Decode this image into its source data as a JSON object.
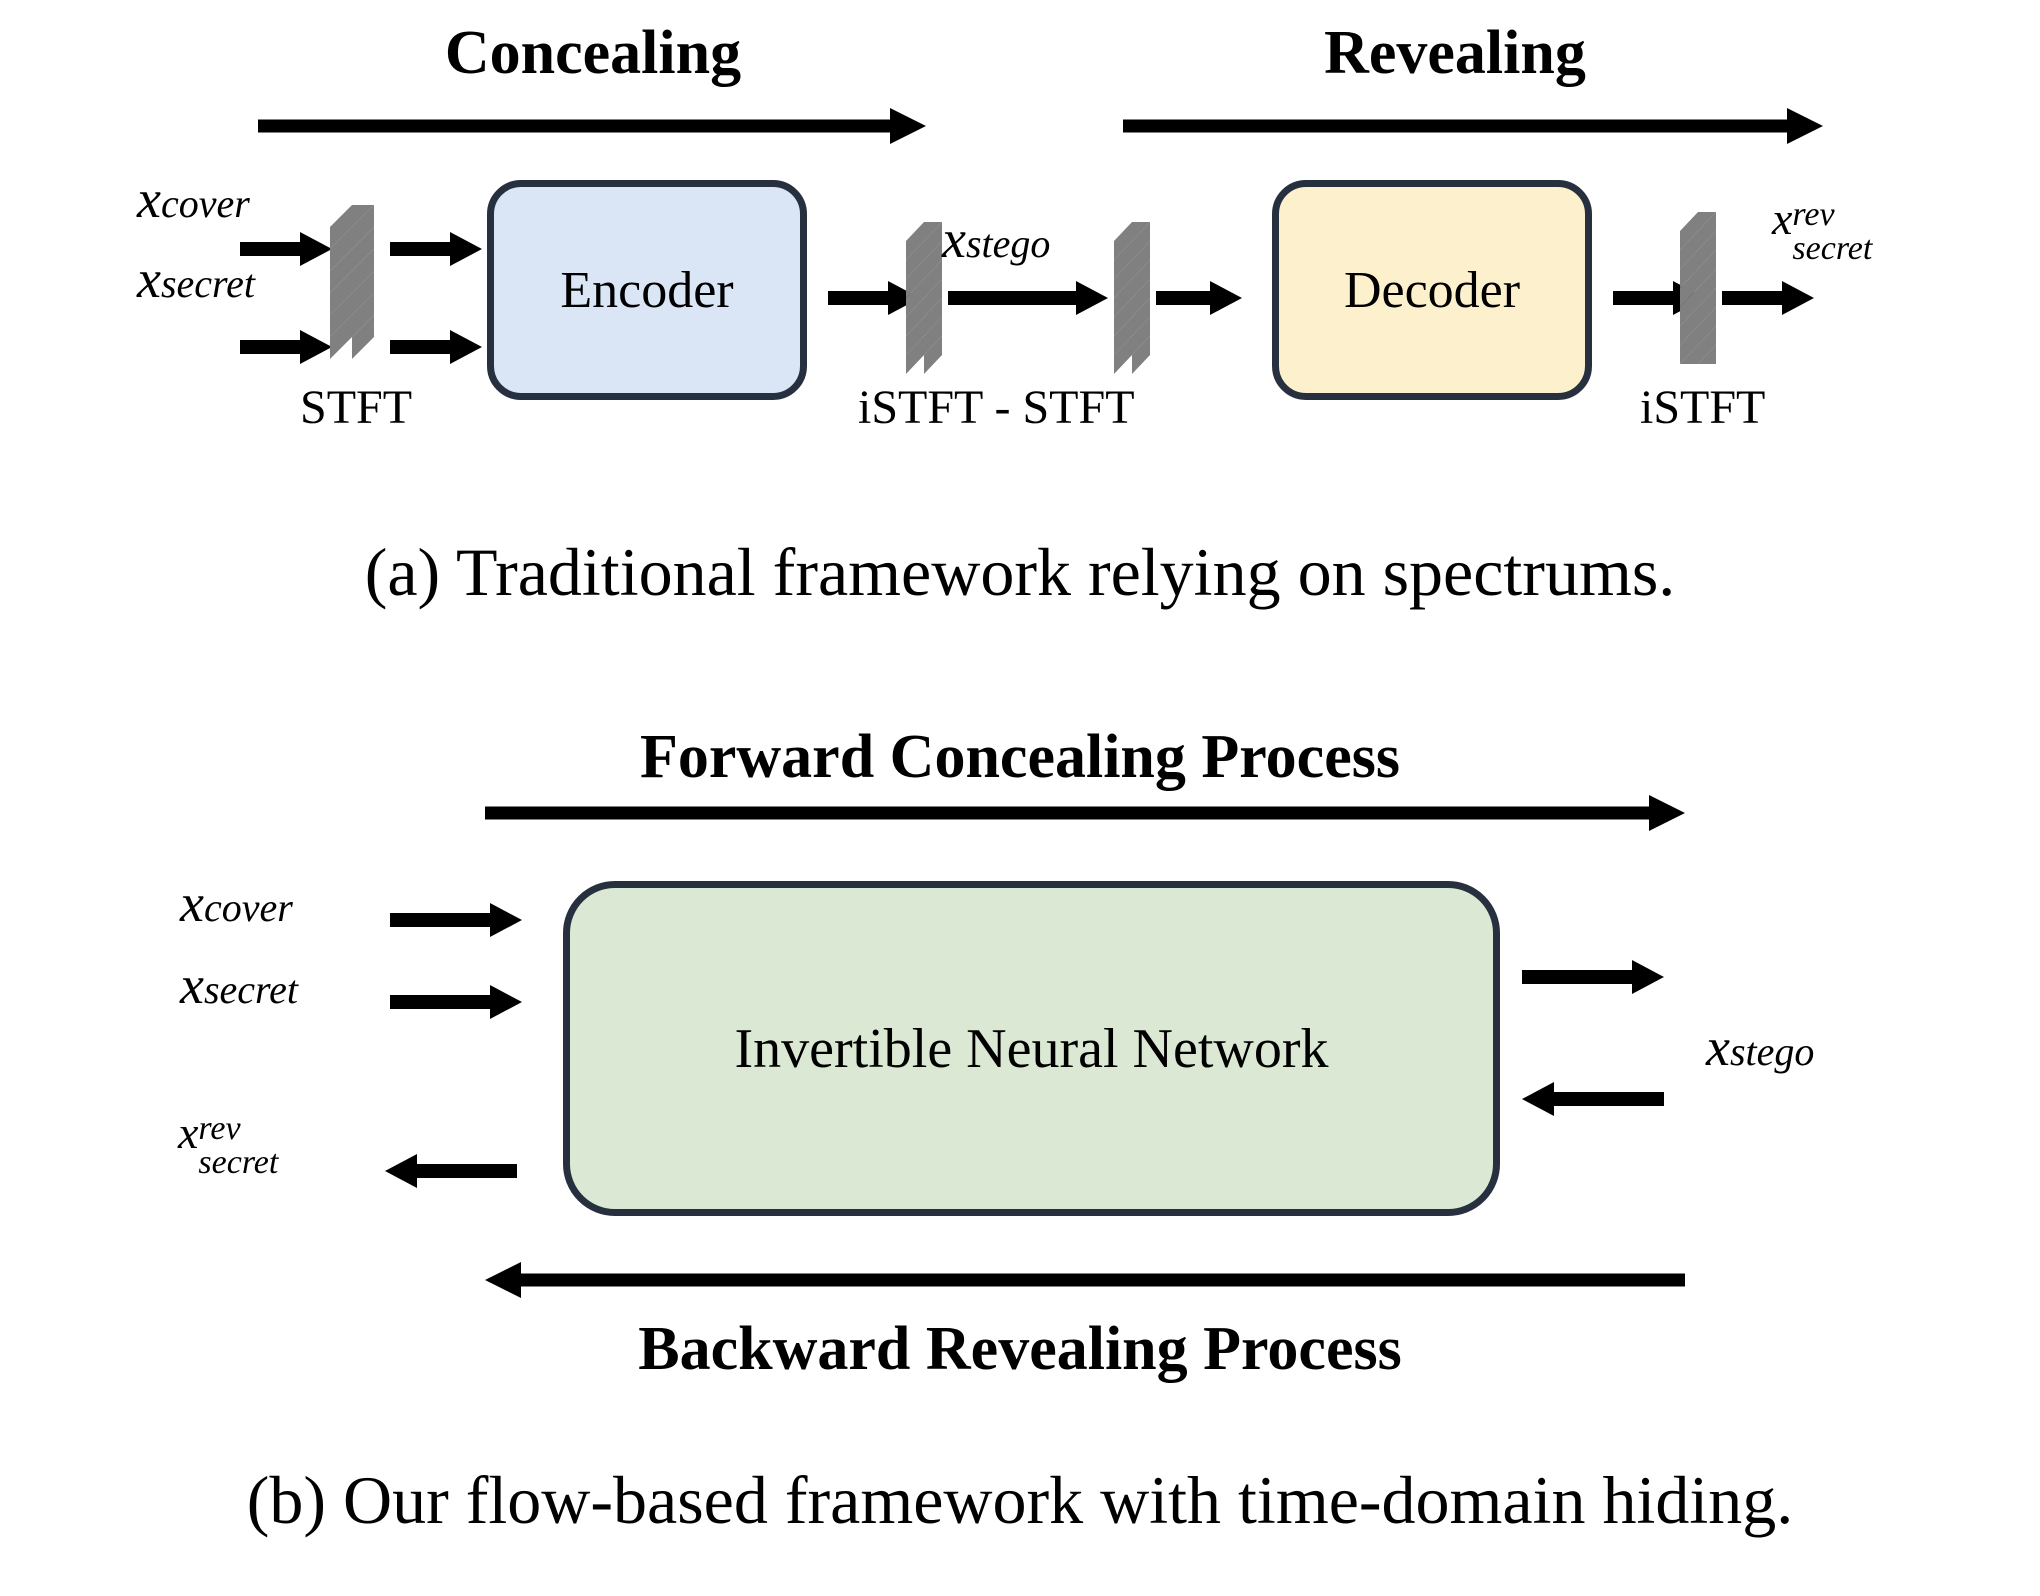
{
  "figure": {
    "panel_a": {
      "headings": [
        {
          "id": "concealing",
          "label": "Concealing"
        },
        {
          "id": "revealing",
          "label": "Revealing"
        }
      ],
      "inputs": [
        {
          "id": "x-cover",
          "base": "x",
          "sub": "cover"
        },
        {
          "id": "x-secret",
          "base": "x",
          "sub": "secret"
        }
      ],
      "blocks": [
        {
          "id": "encoder",
          "label": "Encoder",
          "fill": "#dae5f6",
          "stroke": "#27303f"
        },
        {
          "id": "decoder",
          "label": "Decoder",
          "fill": "#fdf0cc",
          "stroke": "#27303f"
        }
      ],
      "intermediate": {
        "id": "x-stego",
        "base": "x",
        "sub": "stego"
      },
      "output": {
        "id": "x-secret-rev",
        "base": "x",
        "sup": "rev",
        "sub": "secret"
      },
      "transform_labels": [
        {
          "id": "stft-left",
          "label": "STFT"
        },
        {
          "id": "istft-stft-mid",
          "label": "iSTFT - STFT"
        },
        {
          "id": "istft-right",
          "label": "iSTFT"
        }
      ],
      "caption": "(a) Traditional framework relying on spectrums."
    },
    "panel_b": {
      "top_heading": "Forward Concealing Process",
      "bottom_heading": "Backward Revealing Process",
      "inputs": [
        {
          "id": "x-cover",
          "base": "x",
          "sub": "cover"
        },
        {
          "id": "x-secret",
          "base": "x",
          "sub": "secret"
        }
      ],
      "output_left": {
        "id": "x-secret-rev",
        "base": "x",
        "sup": "rev",
        "sub": "secret"
      },
      "output_right": {
        "id": "x-stego",
        "base": "x",
        "sub": "stego"
      },
      "block": {
        "id": "inn",
        "label": "Invertible Neural Network",
        "fill": "#dbe8d3",
        "stroke": "#27303f"
      },
      "caption": "(b) Our flow-based framework with time-domain hiding."
    },
    "colors": {
      "encoder_fill": "#dae5f6",
      "decoder_fill": "#fdf0cc",
      "inn_fill": "#dbe8d3",
      "box_stroke": "#27303f",
      "arrow": "#000000",
      "lattice": "#808080",
      "background": "#ffffff"
    }
  }
}
